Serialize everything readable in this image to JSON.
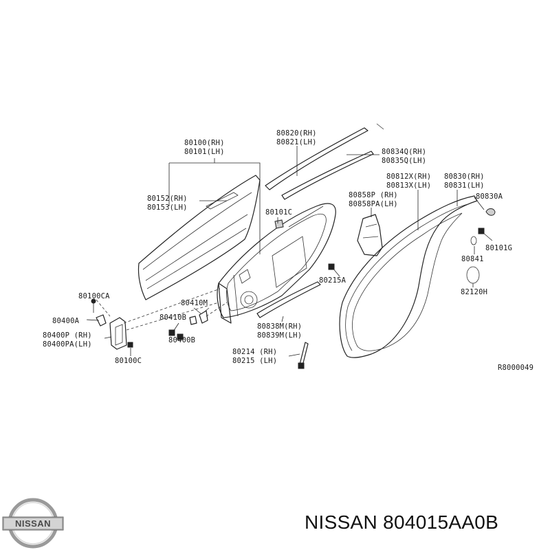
{
  "labels": {
    "p80100": "80100(RH)",
    "p80101": "80101(LH)",
    "p80820": "80820(RH)",
    "p80821": "80821(LH)",
    "p80834q": "80834Q(RH)",
    "p80835q": "80835Q(LH)",
    "p80812x": "80812X(RH)",
    "p80813x": "80813X(LH)",
    "p80830": "80830(RH)",
    "p80831": "80831(LH)",
    "p80152": "80152(RH)",
    "p80153": "80153(LH)",
    "p80101c": "80101C",
    "p80858p": "80858P (RH)",
    "p80858pa": "80858PA(LH)",
    "p80830a": "80830A",
    "p80101g": "80101G",
    "p80841": "80841",
    "p80215a": "80215A",
    "p82120h": "82120H",
    "p80100ca": "80100CA",
    "p80410m": "80410M",
    "p80400a": "80400A",
    "p80410b": "80410B",
    "p80400b": "80400B",
    "p80400p": "80400P (RH)",
    "p80400pa": "80400PA(LH)",
    "p80100c": "80100C",
    "p80838m": "80838M(RH)",
    "p80839m": "80839M(LH)",
    "p80214": "80214 (RH)",
    "p80215": "80215 (LH)",
    "ref": "R8000049"
  },
  "brand": {
    "logo_text": "NISSAN",
    "part_title": "NISSAN 804015AA0B"
  }
}
